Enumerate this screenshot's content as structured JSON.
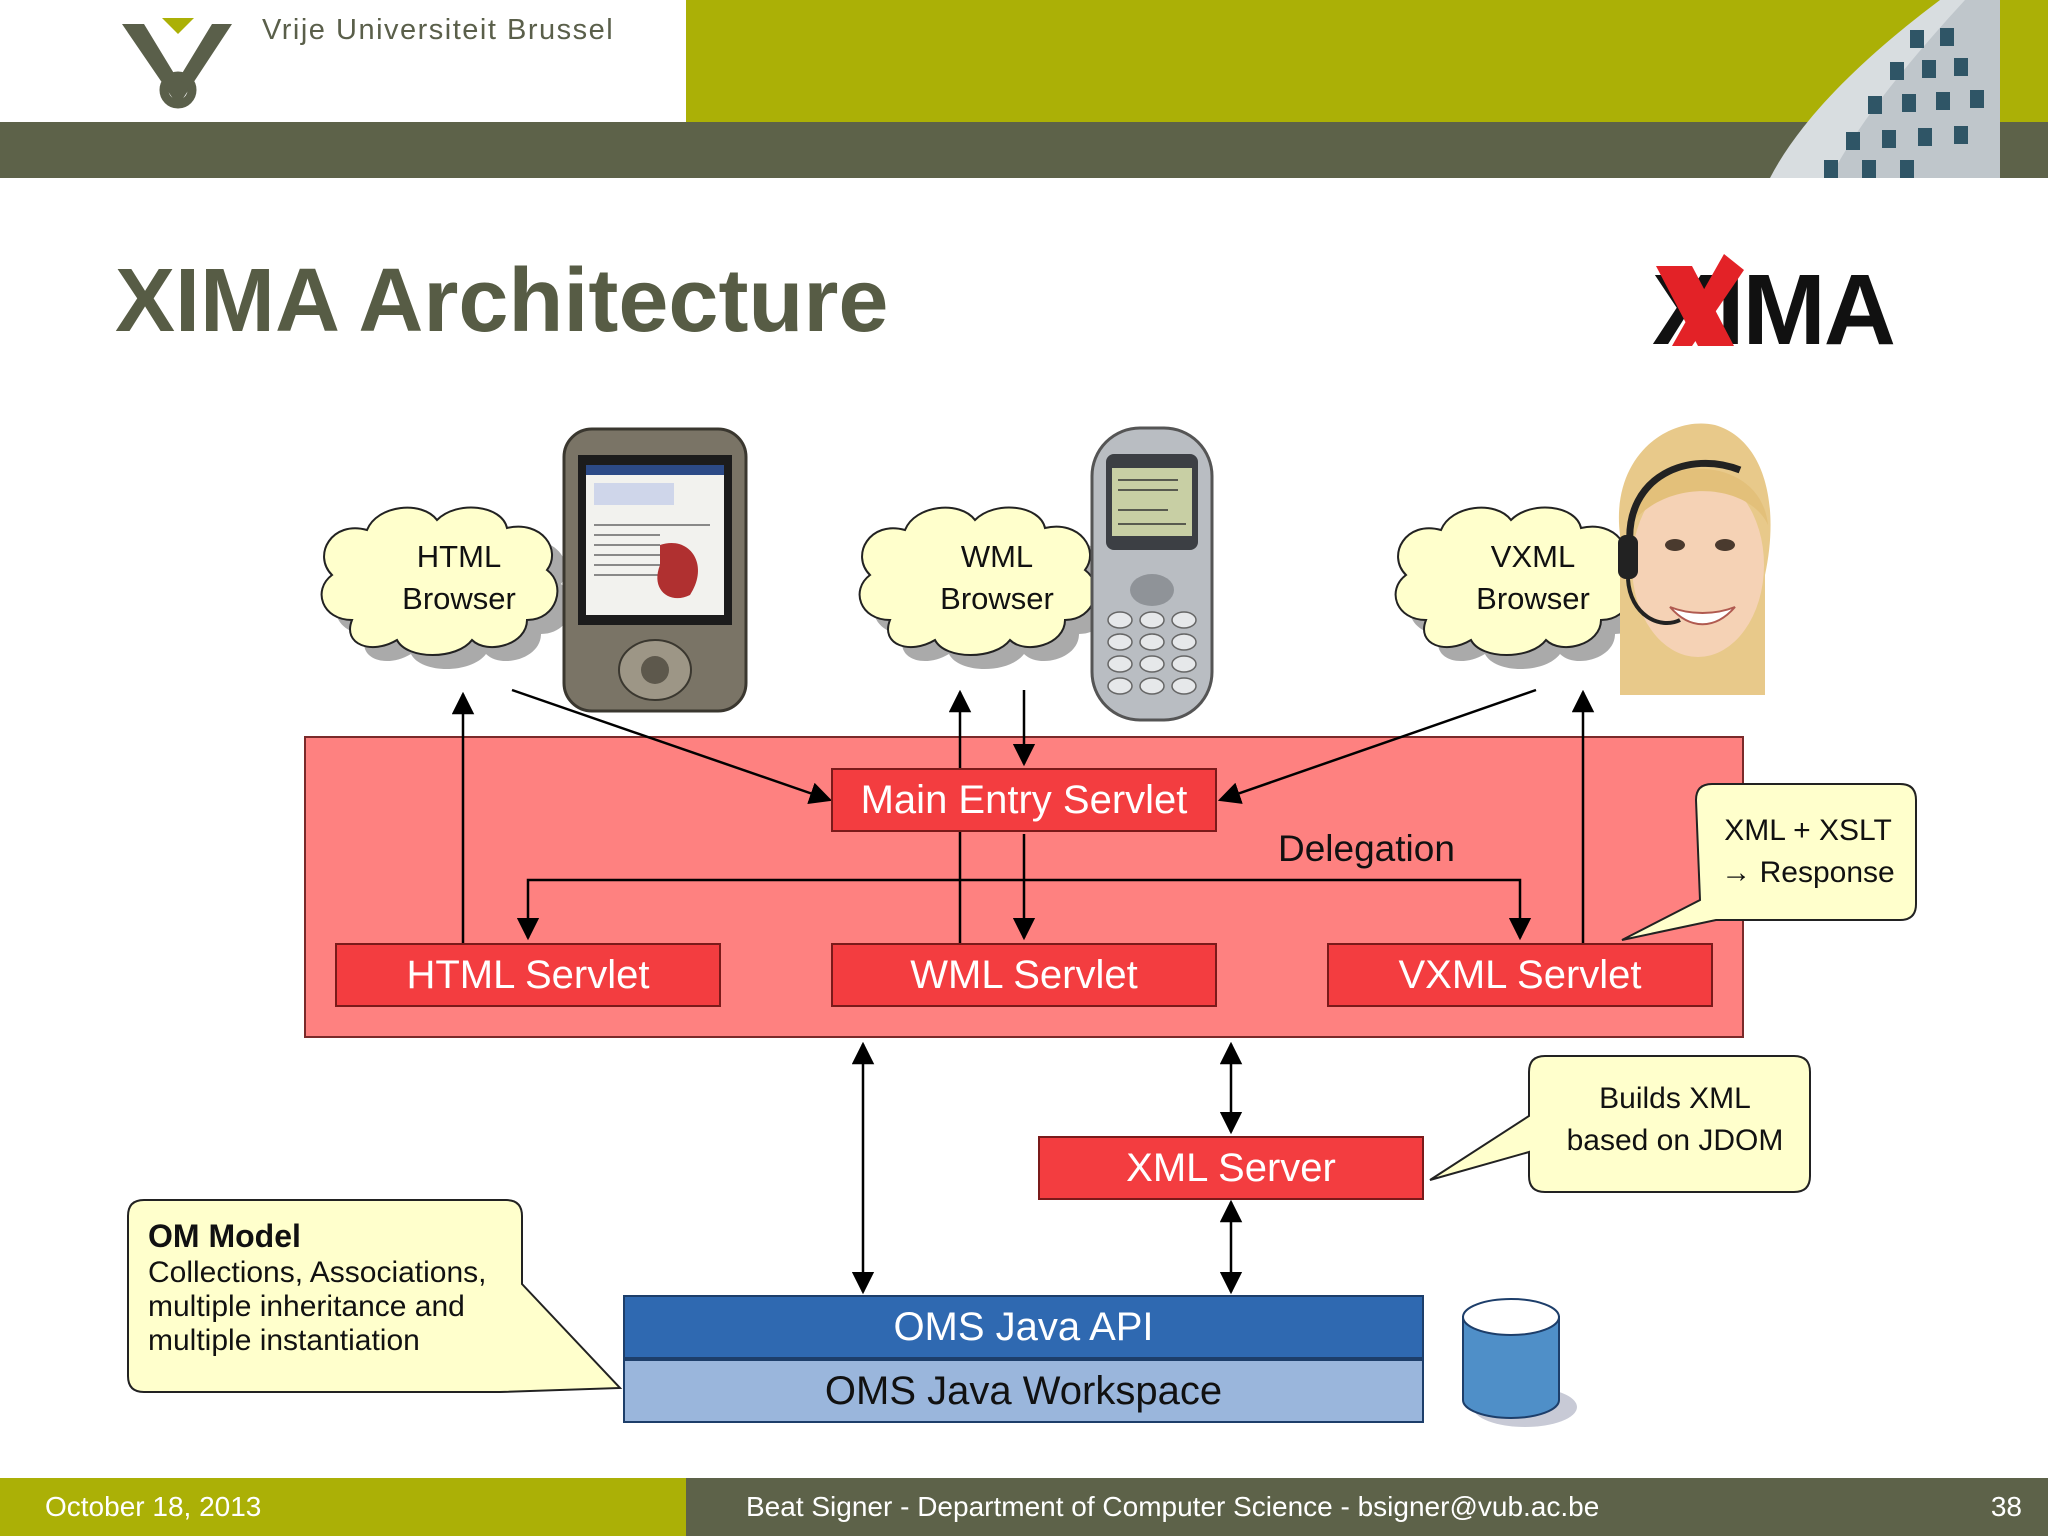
{
  "header": {
    "university": "Vrije Universiteit  Brussel"
  },
  "slide": {
    "title": "XIMA Architecture",
    "logo_text": "XIMA"
  },
  "diagram": {
    "clouds": [
      {
        "line1": "HTML",
        "line2": "Browser"
      },
      {
        "line1": "WML",
        "line2": "Browser"
      },
      {
        "line1": "VXML",
        "line2": "Browser"
      }
    ],
    "main_entry": "Main Entry Servlet",
    "delegation": "Delegation",
    "servlets": [
      "HTML Servlet",
      "WML Servlet",
      "VXML Servlet"
    ],
    "xml_server": "XML Server",
    "oms_api": "OMS Java API",
    "oms_workspace": "OMS Java Workspace",
    "callout_xslt": {
      "line1": "XML + XSLT",
      "line2": "→ Response"
    },
    "callout_jdom": {
      "line1": "Builds XML",
      "line2": "based on JDOM"
    },
    "callout_om": {
      "heading": "OM Model",
      "line1": "Collections, Associations,",
      "line2": "multiple inheritance and",
      "line3": "multiple instantiation"
    }
  },
  "footer": {
    "date": "October 18, 2013",
    "author": "Beat Signer - Department of Computer Science - bsigner@vub.ac.be",
    "page": "38"
  },
  "colors": {
    "olive": "#abb006",
    "dark_band": "#5d6249",
    "frame": "#fe8180",
    "servlet": "#f33d40",
    "api": "#2f69b1",
    "workspace": "#9ab6dc",
    "callout": "#ffffcc"
  }
}
